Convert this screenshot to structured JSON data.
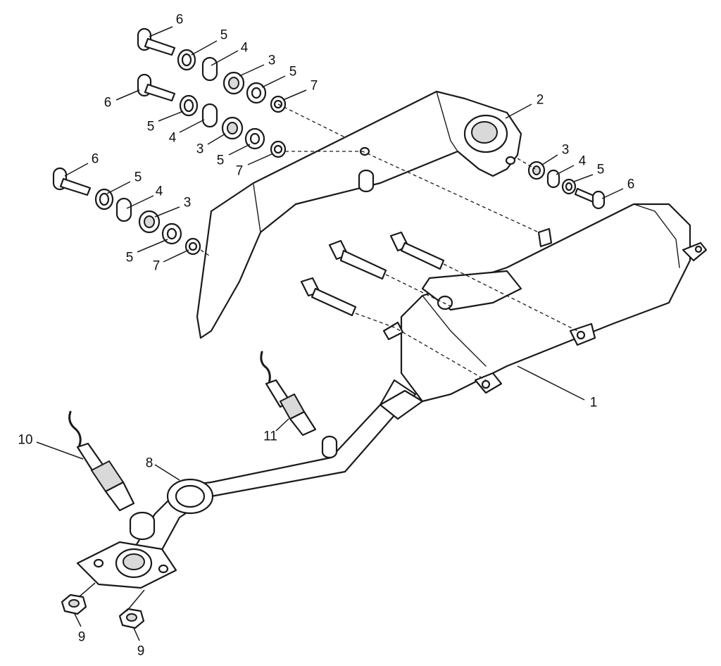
{
  "callouts": [
    {
      "id": "c6a",
      "label": "6"
    },
    {
      "id": "c5a",
      "label": "5"
    },
    {
      "id": "c4a",
      "label": "4"
    },
    {
      "id": "c3a",
      "label": "3"
    },
    {
      "id": "c5b",
      "label": "5"
    },
    {
      "id": "c7a",
      "label": "7"
    },
    {
      "id": "c6b",
      "label": "6"
    },
    {
      "id": "c5c",
      "label": "5"
    },
    {
      "id": "c4b",
      "label": "4"
    },
    {
      "id": "c3b",
      "label": "3"
    },
    {
      "id": "c5d",
      "label": "5"
    },
    {
      "id": "c7b",
      "label": "7"
    },
    {
      "id": "c6c",
      "label": "6"
    },
    {
      "id": "c5e",
      "label": "5"
    },
    {
      "id": "c4c",
      "label": "4"
    },
    {
      "id": "c3c",
      "label": "3"
    },
    {
      "id": "c5f",
      "label": "5"
    },
    {
      "id": "c7c",
      "label": "7"
    },
    {
      "id": "c2",
      "label": "2"
    },
    {
      "id": "c3d",
      "label": "3"
    },
    {
      "id": "c4d",
      "label": "4"
    },
    {
      "id": "c5g",
      "label": "5"
    },
    {
      "id": "c6d",
      "label": "6"
    },
    {
      "id": "c1",
      "label": "1"
    },
    {
      "id": "c11",
      "label": "11"
    },
    {
      "id": "c10",
      "label": "10"
    },
    {
      "id": "c8",
      "label": "8"
    },
    {
      "id": "c9a",
      "label": "9"
    },
    {
      "id": "c9b",
      "label": "9"
    }
  ],
  "colors": {
    "line": "#1a1a1a",
    "background": "#ffffff",
    "shade": "#d9d9d9"
  }
}
